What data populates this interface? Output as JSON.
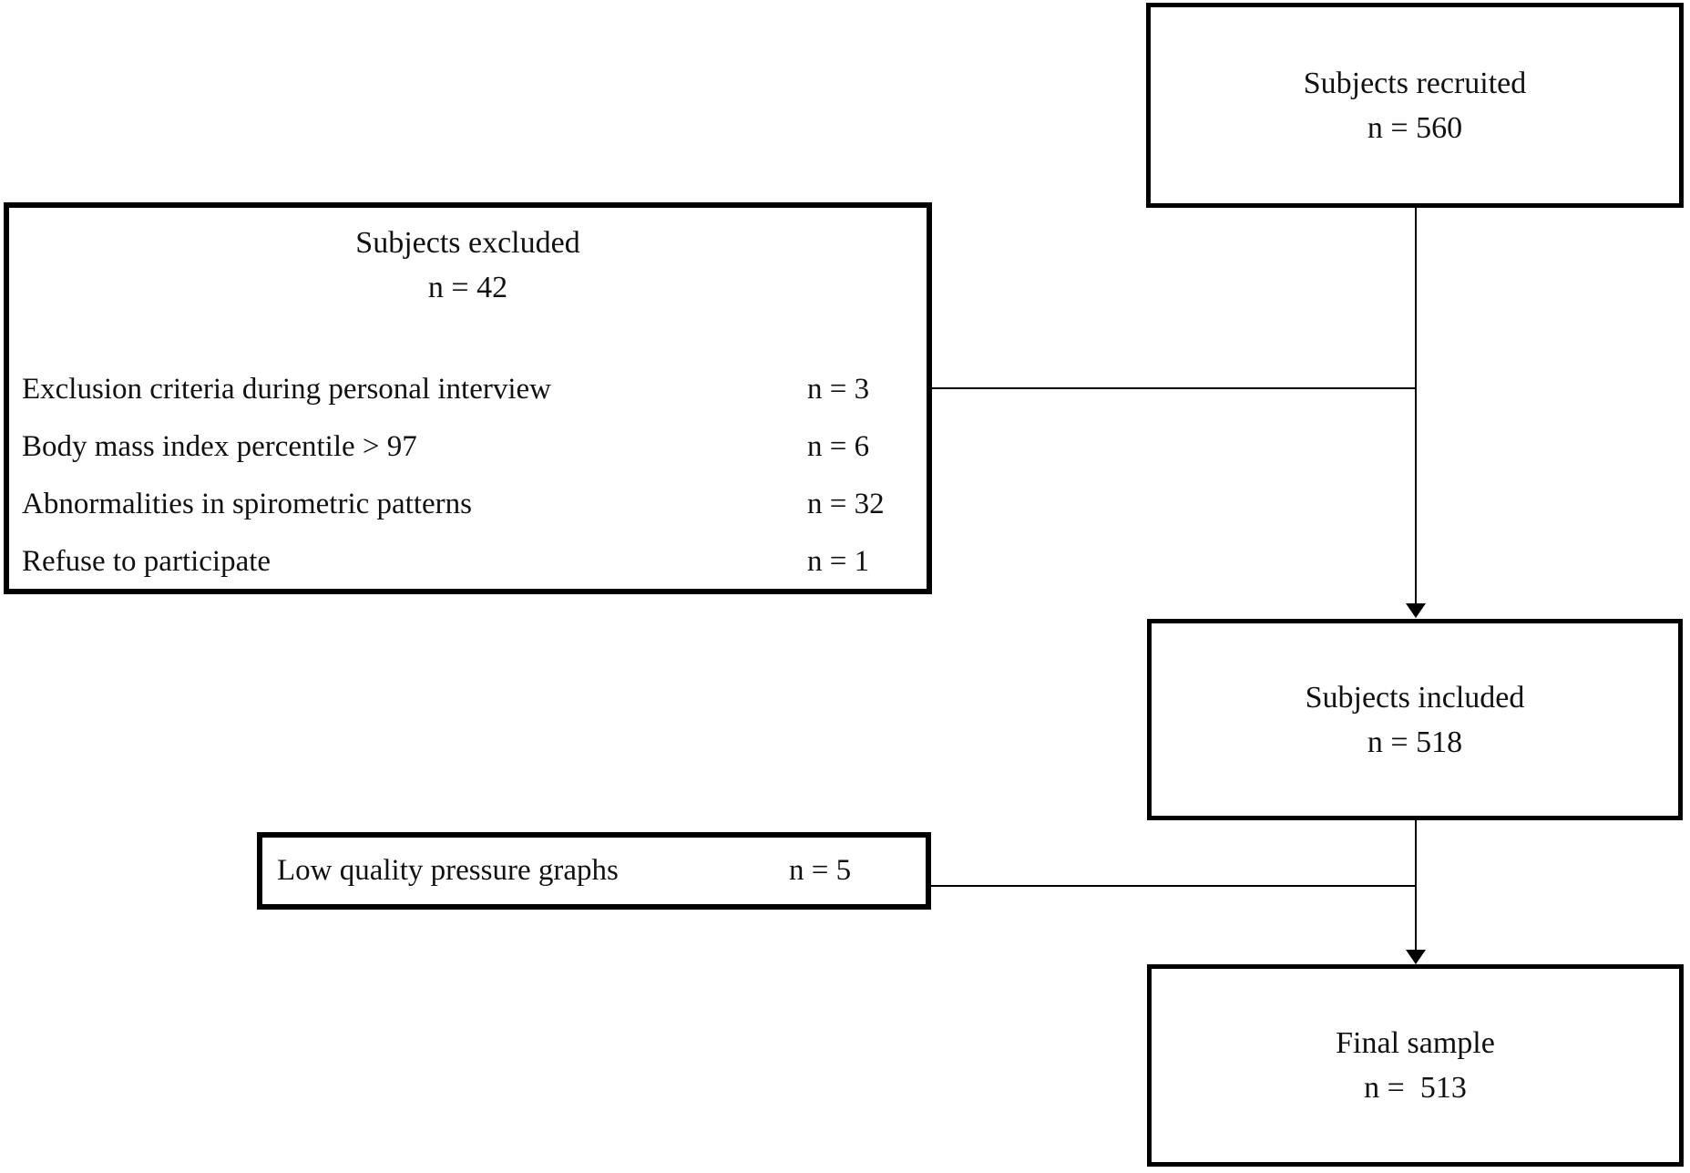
{
  "diagram": {
    "boxes": {
      "recruited": {
        "title": "Subjects recruited",
        "n_label": "n = 560"
      },
      "excluded": {
        "title": "Subjects excluded",
        "n_label": "n = 42",
        "rows": [
          {
            "label": "Exclusion criteria during personal interview",
            "value": "n = 3"
          },
          {
            "label": "Body mass index percentile > 97",
            "value": "n = 6"
          },
          {
            "label": "Abnormalities in spirometric patterns",
            "value": "n = 32"
          },
          {
            "label": "Refuse to participate",
            "value": "n = 1"
          }
        ]
      },
      "included": {
        "title": "Subjects included",
        "n_label": "n = 518"
      },
      "low_quality": {
        "label": "Low quality pressure graphs",
        "value": "n = 5"
      },
      "final": {
        "title": "Final sample",
        "n_label": "n =  513"
      }
    },
    "colors": {
      "border": "#000000",
      "background": "#ffffff",
      "text": "#111111"
    }
  }
}
